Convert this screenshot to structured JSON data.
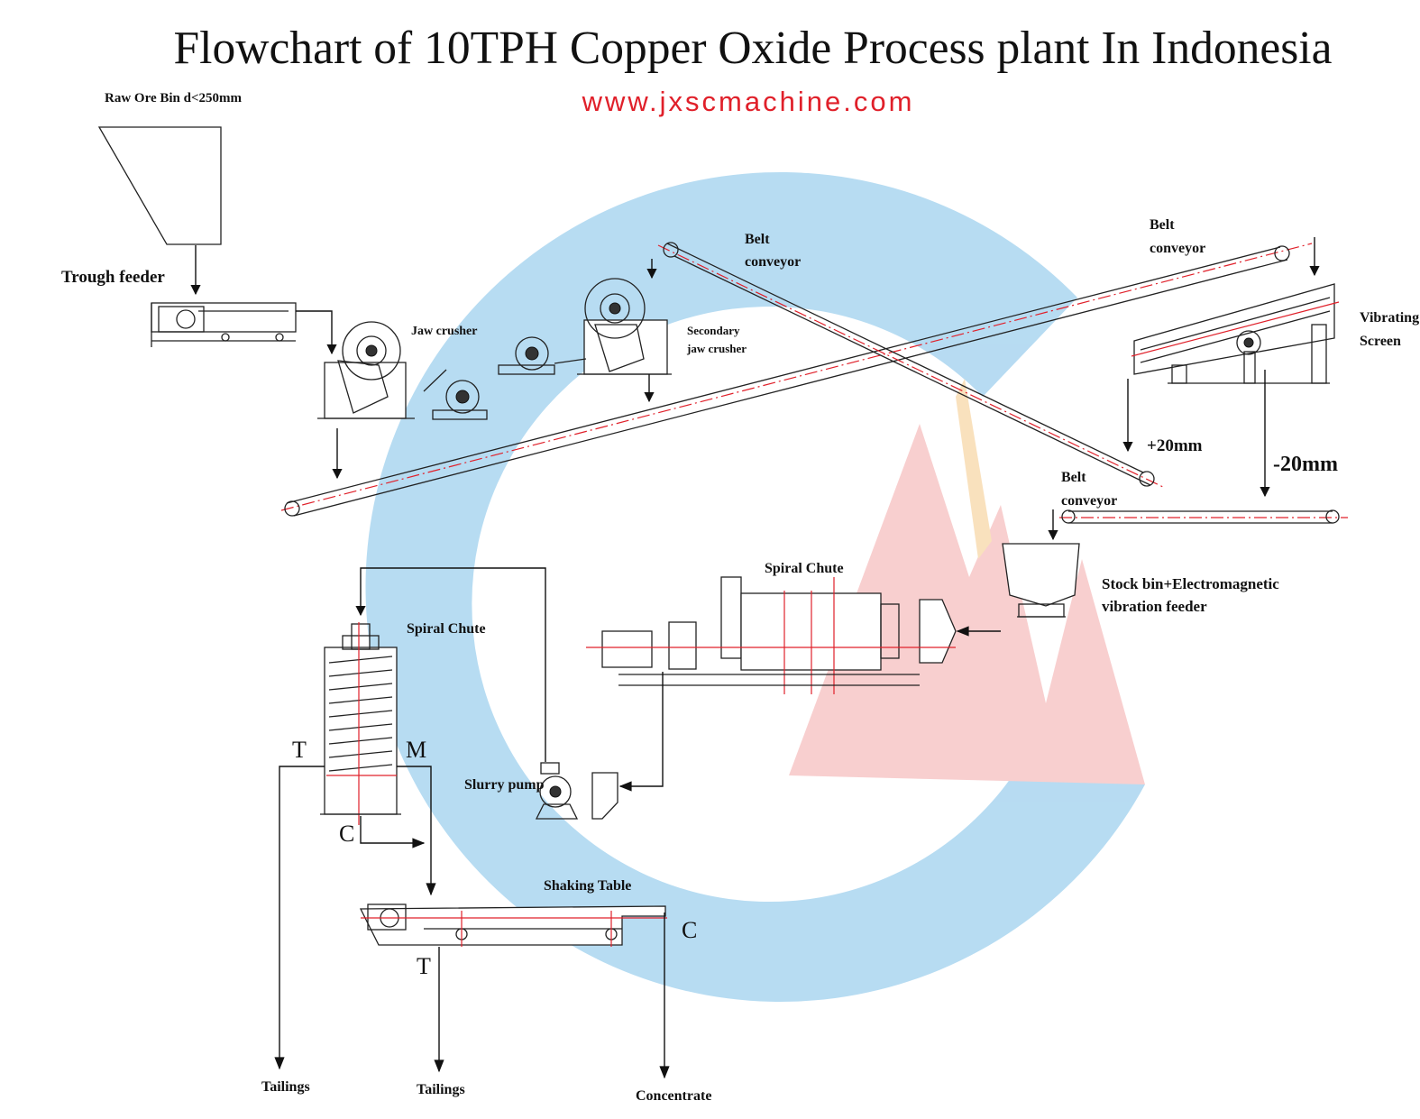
{
  "title": "Flowchart of 10TPH Copper Oxide Process plant In Indonesia",
  "website": "www.jxscmachine.com",
  "colors": {
    "website": "#e0202a",
    "watermark_blue": "#9fd0ee",
    "watermark_red": "#f6bfbf",
    "watermark_orange": "#f7d7a8",
    "line": "#111111",
    "centerline": "#e0202a"
  },
  "equipment": {
    "raw_ore_bin": "Raw Ore Bin d<250mm",
    "trough_feeder": "Trough feeder",
    "jaw_crusher": "Jaw crusher",
    "secondary_jaw_crusher_line1": "Secondary",
    "secondary_jaw_crusher_line2": "jaw crusher",
    "belt_conveyor_1_line1": "Belt",
    "belt_conveyor_1_line2": "conveyor",
    "belt_conveyor_2_line1": "Belt",
    "belt_conveyor_2_line2": "conveyor",
    "belt_conveyor_3_line1": "Belt",
    "belt_conveyor_3_line2": "conveyor",
    "vibrating_screen_line1": "Vibrating",
    "vibrating_screen_line2": "Screen",
    "oversize": "+20mm",
    "undersize": "-20mm",
    "stock_bin_line1": "Stock bin+Electromagnetic",
    "stock_bin_line2": "vibration feeder",
    "mill_label": "Spiral Chute",
    "spiral_chute": "Spiral Chute",
    "slurry_pump": "Slurry pump",
    "shaking_table": "Shaking Table"
  },
  "markers": {
    "spiral_t": "T",
    "spiral_m": "M",
    "spiral_c": "C",
    "table_t": "T",
    "table_c": "C"
  },
  "outputs": {
    "tailings_1": "Tailings",
    "tailings_2": "Tailings",
    "concentrate": "Concentrate"
  }
}
